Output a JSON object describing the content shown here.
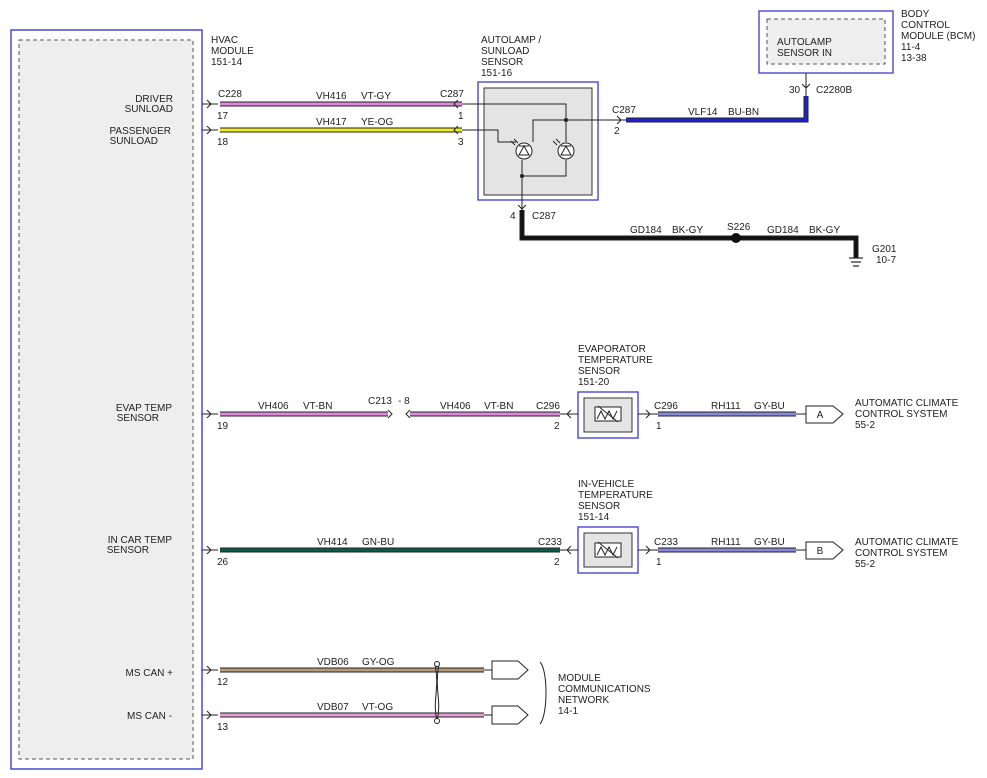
{
  "modules": {
    "hvac": {
      "name": "HVAC",
      "label": "MODULE",
      "page": "151-14"
    },
    "autolamp_sunload": {
      "name": "AUTOLAMP /",
      "label_2": "SUNLOAD",
      "label_3": "SENSOR",
      "page": "151-16"
    },
    "bcm": {
      "name": "BODY",
      "label_2": "CONTROL",
      "label_3": "MODULE (BCM)",
      "page_1": "11-4",
      "page_2": "13-38",
      "inner_1": "AUTOLAMP",
      "inner_2": "SENSOR IN"
    },
    "evap_sensor": {
      "name": "EVAPORATOR",
      "label_2": "TEMPERATURE",
      "label_3": "SENSOR",
      "page": "151-20"
    },
    "invehicle_sensor": {
      "name": "IN-VEHICLE",
      "label_2": "TEMPERATURE",
      "label_3": "SENSOR",
      "page": "151-14"
    }
  },
  "pins": {
    "driver_sunload_1": "DRIVER",
    "driver_sunload_2": "SUNLOAD",
    "passenger_sunload_1": "PASSENGER",
    "passenger_sunload_2": "SUNLOAD",
    "evap_temp_1": "EVAP TEMP",
    "evap_temp_2": "SENSOR",
    "incar_temp_1": "IN CAR TEMP",
    "incar_temp_2": "SENSOR",
    "ms_can_plus": "MS CAN +",
    "ms_can_minus": "MS CAN -"
  },
  "connectors": {
    "c228": "C228",
    "c287": "C287",
    "c2280b": "C2280B",
    "c213": "C213",
    "c213_pin": "- 8",
    "c296": "C296",
    "c233": "C233",
    "s226": "S226",
    "g201": "G201",
    "g201_page": "10-7"
  },
  "pin_numbers": {
    "p17": "17",
    "p18": "18",
    "p1": "1",
    "p3": "3",
    "p2": "2",
    "p4": "4",
    "p30": "30",
    "p19": "19",
    "p26": "26",
    "p12": "12",
    "p13": "13"
  },
  "wires": [
    {
      "circuit": "VH416",
      "color_code": "VT-GY",
      "color": "#dd88dd"
    },
    {
      "circuit": "VH417",
      "color_code": "YE-OG",
      "color": "#eeee22"
    },
    {
      "circuit": "VLF14",
      "color_code": "BU-BN",
      "color": "#2222cc"
    },
    {
      "circuit": "GD184",
      "color_code": "BK-GY",
      "color": "#111111"
    },
    {
      "circuit": "GD184",
      "color_code": "BK-GY",
      "color": "#111111"
    },
    {
      "circuit": "VH406",
      "color_code": "VT-BN",
      "color": "#dd88dd"
    },
    {
      "circuit": "VH406",
      "color_code": "VT-BN",
      "color": "#dd88dd"
    },
    {
      "circuit": "RH111",
      "color_code": "GY-BU",
      "color": "#8888dd"
    },
    {
      "circuit": "VH414",
      "color_code": "GN-BU",
      "color": "#0b5a4a"
    },
    {
      "circuit": "RH111",
      "color_code": "GY-BU",
      "color": "#8888dd"
    },
    {
      "circuit": "VDB06",
      "color_code": "GY-OG",
      "color": "#b89a7a"
    },
    {
      "circuit": "VDB07",
      "color_code": "VT-OG",
      "color": "#e6a0d6"
    }
  ],
  "destinations": {
    "acc_a_1": "AUTOMATIC CLIMATE",
    "acc_a_2": "CONTROL SYSTEM",
    "acc_a_page": "55-2",
    "acc_a_ref": "A",
    "acc_b_1": "AUTOMATIC CLIMATE",
    "acc_b_2": "CONTROL SYSTEM",
    "acc_b_page": "55-2",
    "acc_b_ref": "B",
    "mcn_1": "MODULE",
    "mcn_2": "COMMUNICATIONS",
    "mcn_3": "NETWORK",
    "mcn_page": "14-1"
  }
}
